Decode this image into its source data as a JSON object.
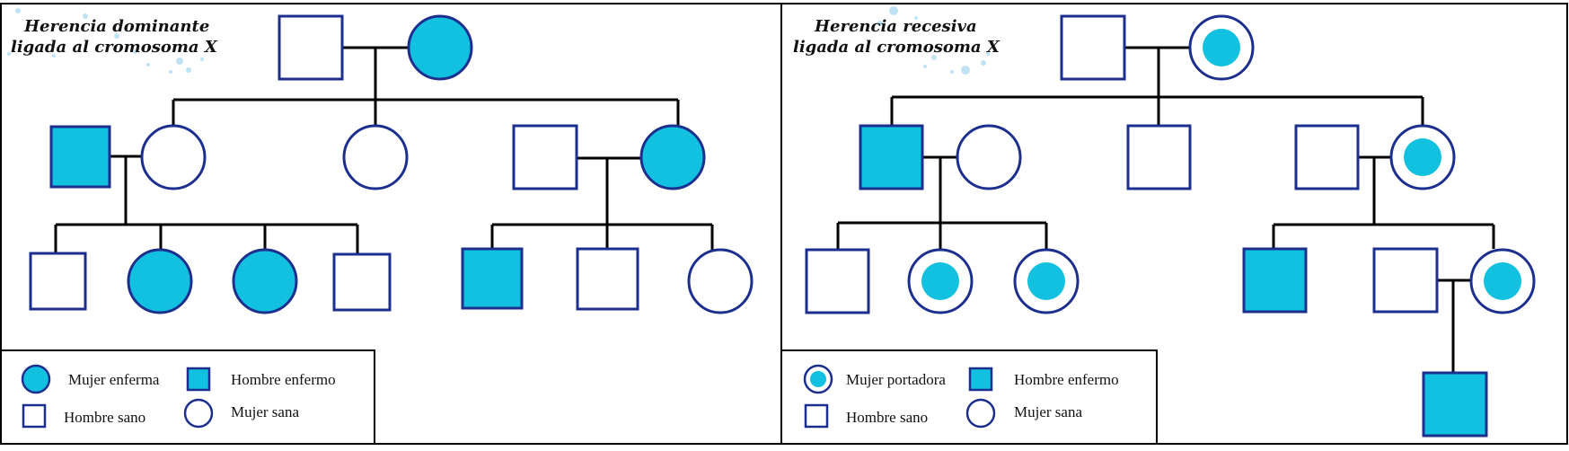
{
  "colors": {
    "affected": "#12c0df",
    "outline": "#1c2f8f",
    "line": "#000000",
    "background": "#ffffff",
    "dots": "#bfe3f4"
  },
  "panels": {
    "dominant": {
      "title_line1": "Herencia dominante",
      "title_line2": "ligada al cromosoma X",
      "legend": {
        "affected_female": "Mujer enferma",
        "affected_male": "Hombre enfermo",
        "healthy_male": "Hombre sano",
        "healthy_female": "Mujer sana"
      }
    },
    "recessive": {
      "title_line1": "Herencia recesiva",
      "title_line2": "ligada al cromosoma X",
      "legend": {
        "carrier_female": "Mujer portadora",
        "affected_male": "Hombre enfermo",
        "healthy_male": "Hombre sano",
        "healthy_female": "Mujer sana"
      }
    }
  },
  "symbol_icons": {
    "male": "square-icon",
    "female": "circle-icon",
    "carrier_female": "circle-with-dot-icon"
  }
}
